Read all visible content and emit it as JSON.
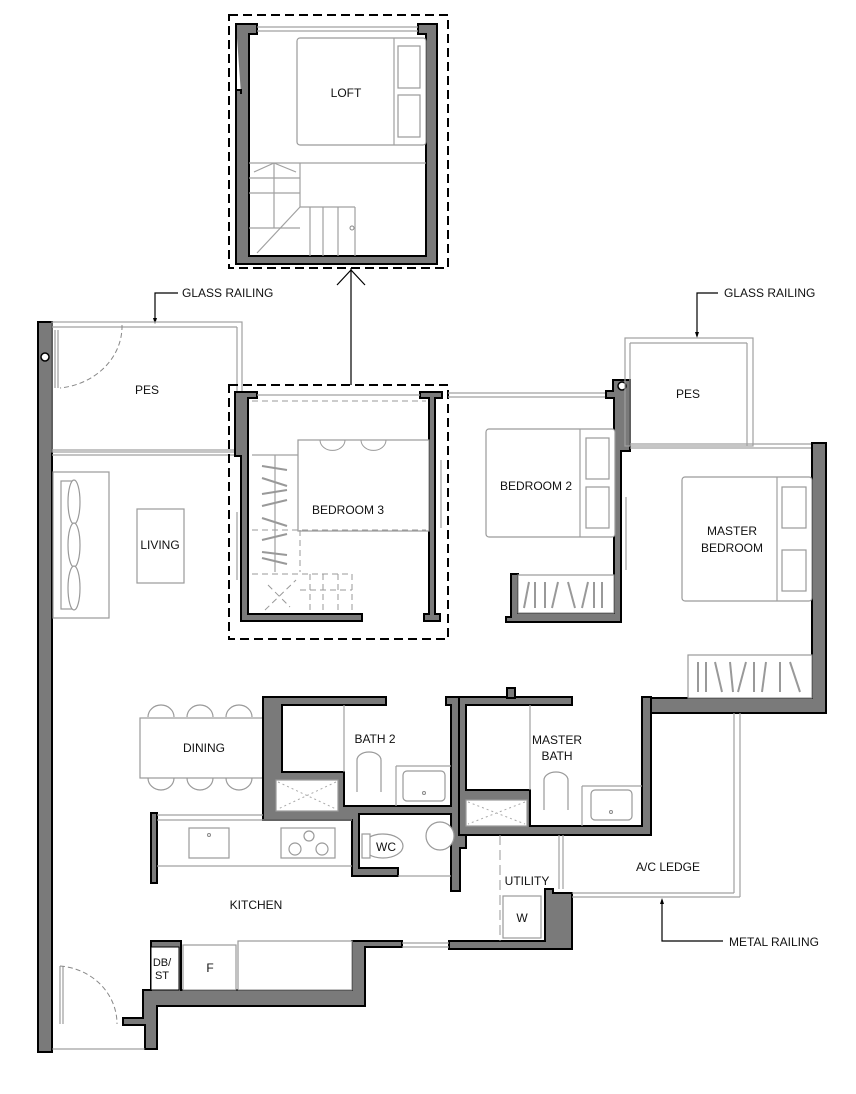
{
  "plan": {
    "rooms": {
      "loft": "LOFT",
      "pes_left": "PES",
      "pes_right": "PES",
      "living": "LIVING",
      "bedroom3": "BEDROOM 3",
      "bedroom2": "BEDROOM 2",
      "master_bedroom_line1": "MASTER",
      "master_bedroom_line2": "BEDROOM",
      "dining": "DINING",
      "bath2": "BATH 2",
      "master_bath_line1": "MASTER",
      "master_bath_line2": "BATH",
      "wc": "WC",
      "kitchen": "KITCHEN",
      "utility": "UTILITY",
      "washer": "W",
      "fridge": "F",
      "db_st_line1": "DB/",
      "db_st_line2": "ST",
      "ac_ledge": "A/C LEDGE"
    },
    "annotations": {
      "glass_railing_left": "GLASS RAILING",
      "glass_railing_right": "GLASS RAILING",
      "metal_railing": "METAL RAILING"
    }
  }
}
